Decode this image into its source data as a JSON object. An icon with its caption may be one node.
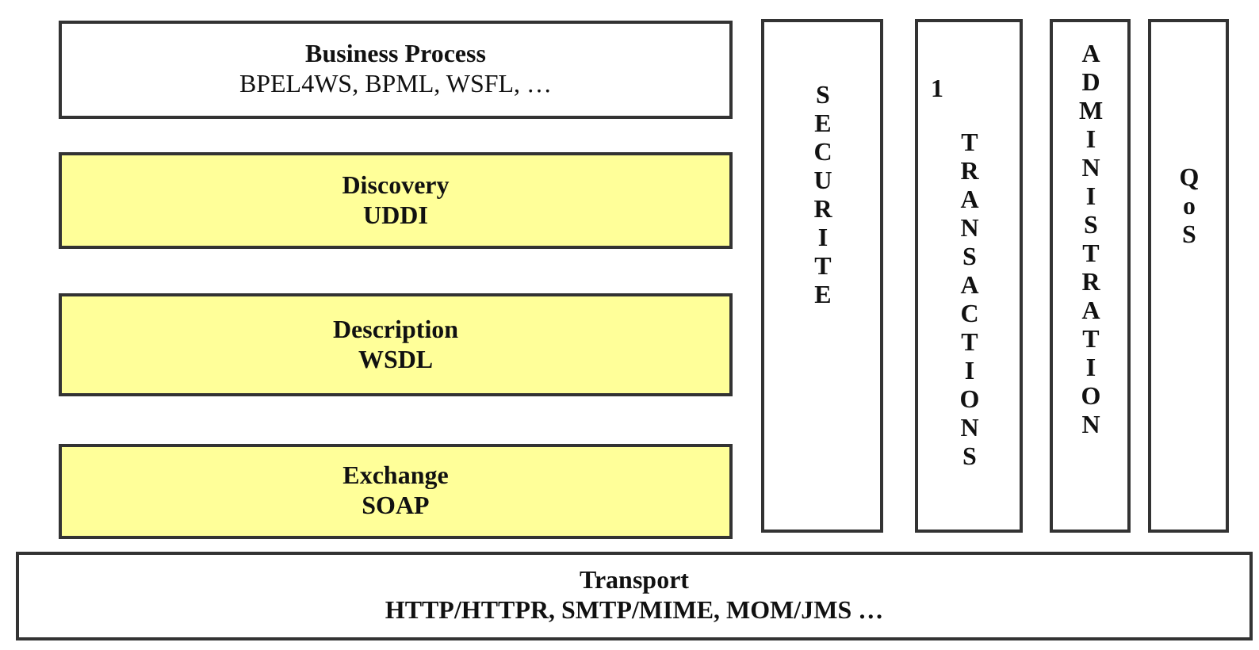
{
  "diagram": {
    "nodes": [
      {
        "text": [
          "Business Process",
          "BPEL4WS, BPML, WSFL, …"
        ]
      },
      {
        "text": [
          "Discovery",
          "UDDI"
        ]
      },
      {
        "text": [
          "Description",
          "WSDL"
        ]
      },
      {
        "text": [
          "Exchange",
          "SOAP"
        ]
      },
      {
        "text": [
          "SECURITE"
        ]
      },
      {
        "text": [
          "1",
          "TRANSACTIONS"
        ]
      },
      {
        "text": [
          "ADMINISTRATION"
        ]
      },
      {
        "text": [
          "QoS"
        ]
      },
      {
        "text": [
          "Transport",
          "HTTP/HTTPR, SMTP/MIME, MOM/JMS …"
        ]
      }
    ]
  }
}
